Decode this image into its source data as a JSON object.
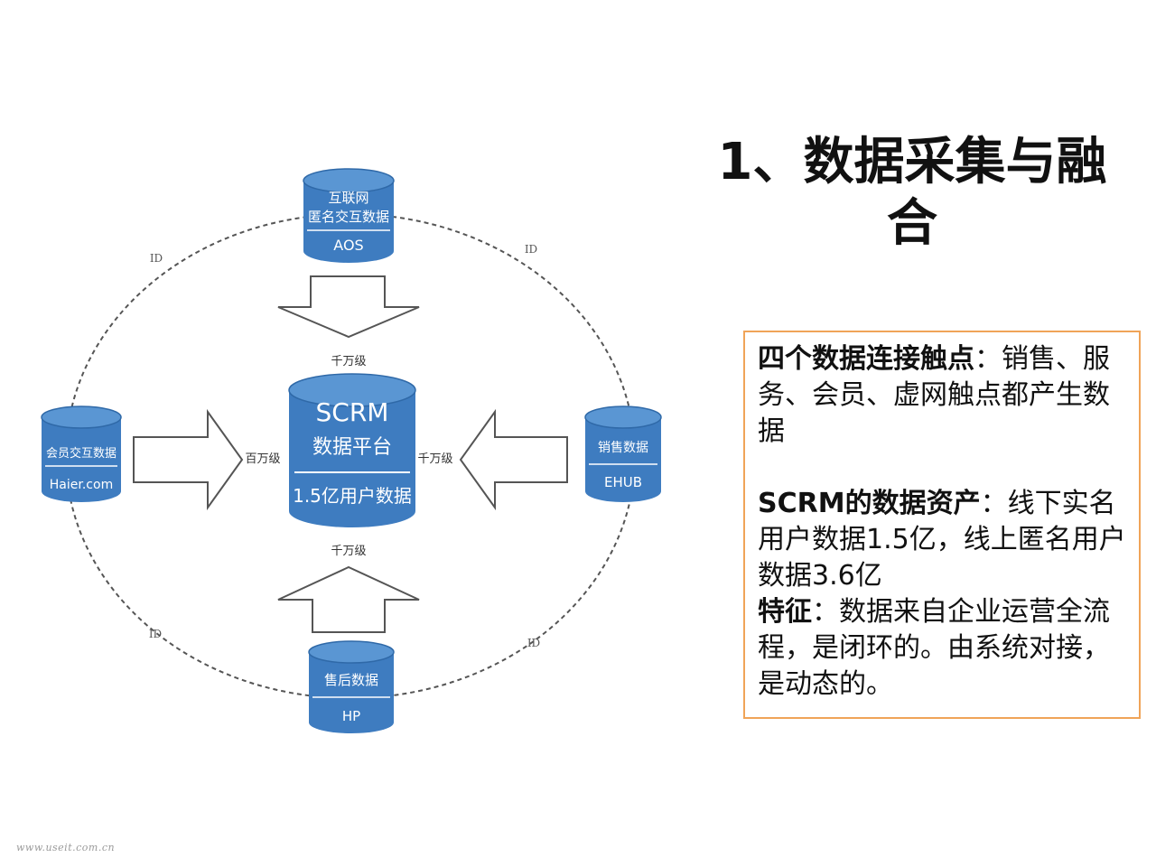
{
  "title": "1、数据采集与融合",
  "diagram": {
    "center": {
      "line1": "SCRM",
      "line2": "数据平台",
      "line3": "1.5亿用户数据"
    },
    "top": {
      "line1": "互联网",
      "line2": "匿名交互数据",
      "line3": "AOS",
      "flow_label": "千万级"
    },
    "left": {
      "line1": "会员交互数据",
      "line2": "Haier.com",
      "flow_label": "百万级"
    },
    "right": {
      "line1": "销售数据",
      "line2": "EHUB",
      "flow_label": "千万级"
    },
    "bottom": {
      "line1": "售后数据",
      "line2": "HP",
      "flow_label": "千万级"
    },
    "ring_labels": {
      "upper_left": "ID",
      "upper_right": "ID",
      "lower_left": "ID",
      "lower_right": "ID"
    },
    "colors": {
      "cylinder": "#3e7cc0",
      "cylinder_top": "#5a96d3",
      "accent_border": "#f0a458"
    }
  },
  "info": {
    "p1_bold": "四个数据连接触点",
    "p1_rest": "：销售、服务、会员、虚网触点都产生数据",
    "p2_bold": "SCRM的数据资产",
    "p2_rest": "：线下实名用户数据1.5亿，线上匿名用户数据3.6亿",
    "p3_bold": "特征",
    "p3_rest": "：数据来自企业运营全流程，是闭环的。由系统对接，是动态的。"
  },
  "watermark": "www.useit.com.cn"
}
